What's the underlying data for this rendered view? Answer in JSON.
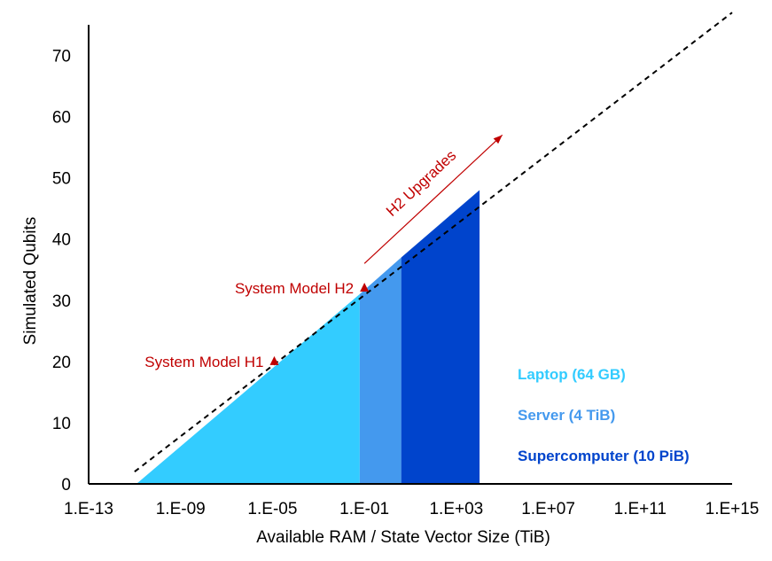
{
  "chart_data": {
    "type": "area",
    "xlabel": "Available RAM / State Vector Size (TiB)",
    "ylabel": "Simulated Qubits",
    "x_scale": "log10",
    "xlim": [
      1e-13,
      1000000000000000.0
    ],
    "ylim": [
      0,
      75
    ],
    "x_ticks": [
      {
        "value": 1e-13,
        "label": "1.E-13"
      },
      {
        "value": 1e-09,
        "label": "1.E-09"
      },
      {
        "value": 1e-05,
        "label": "1.E-05"
      },
      {
        "value": 0.1,
        "label": "1.E-01"
      },
      {
        "value": 1000,
        "label": "1.E+03"
      },
      {
        "value": 10000000.0,
        "label": "1.E+07"
      },
      {
        "value": 100000000000.0,
        "label": "1.E+11"
      },
      {
        "value": 1000000000000000.0,
        "label": "1.E+15"
      }
    ],
    "y_ticks": [
      0,
      10,
      20,
      30,
      40,
      50,
      60,
      70
    ],
    "grid": false,
    "reference_line": {
      "style": "dashed",
      "color": "#000000",
      "points": [
        [
          1e-11,
          2
        ],
        [
          1000000000000000.0,
          77
        ]
      ]
    },
    "series": [
      {
        "name": "Laptop (64 GB)",
        "color": "#33CCFF",
        "x_start": 1.2e-11,
        "x_end": 0.0625,
        "y_start": 0,
        "y_end": 31
      },
      {
        "name": "Server (4 TiB)",
        "color": "#4499EE",
        "x_start": 0.0625,
        "x_end": 4,
        "y_start": 31,
        "y_end": 37
      },
      {
        "name": "Supercomputer  (10 PiB)",
        "color": "#0044CC",
        "x_start": 4,
        "x_end": 10240,
        "y_start": 37,
        "y_end": 48
      }
    ],
    "markers": [
      {
        "label": "System Model H1",
        "x": 1.2e-05,
        "y": 20,
        "color": "#C00000"
      },
      {
        "label": "System Model H2",
        "x": 0.1,
        "y": 32,
        "color": "#C00000"
      }
    ],
    "arrow": {
      "label": "H2 Upgrades",
      "color": "#C00000",
      "from": [
        0.1,
        36
      ],
      "to": [
        100000.0,
        57
      ]
    }
  }
}
